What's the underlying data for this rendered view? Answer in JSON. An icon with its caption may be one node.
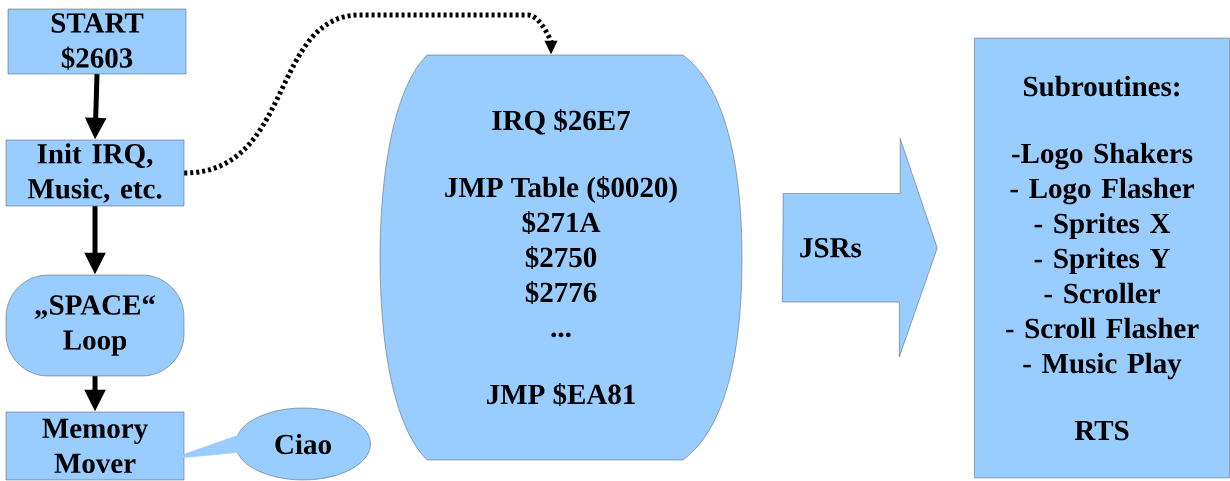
{
  "diagram": {
    "nodes": [
      {
        "text": [
          "START $2603"
        ]
      },
      {
        "text": [
          "Init IRQ, Music, etc."
        ]
      },
      {
        "text": [
          "„SPACE“ Loop"
        ]
      },
      {
        "text": [
          "Memory Mover"
        ]
      },
      {
        "text": [
          "Ciao"
        ]
      },
      {
        "text": [
          "IRQ $26E7",
          "JMP Table ($0020)",
          "$271A",
          "$2750",
          "$2776",
          "...",
          "JMP $EA81"
        ]
      },
      {
        "text": [
          "Subroutines:",
          "-Logo Shakers",
          "- Logo Flasher",
          "- Sprites X",
          "- Sprites Y",
          "- Scroller",
          "- Scroll Flasher",
          "- Music Play",
          "RTS"
        ]
      }
    ],
    "edges": [
      {
        "from": 0,
        "to": 1,
        "arrow": "to"
      },
      {
        "from": 1,
        "to": 2,
        "arrow": "to"
      },
      {
        "from": 2,
        "to": 3,
        "arrow": "to"
      },
      {
        "from": 1,
        "to": 5,
        "arrow": "to",
        "style": "dashed"
      },
      {
        "from": 4,
        "to": 3,
        "arrow": "none",
        "color": "#99ccff"
      },
      {
        "from": 5,
        "to": 6,
        "arrow": "to",
        "label": "JSRs",
        "color": "#99ccff"
      }
    ]
  }
}
